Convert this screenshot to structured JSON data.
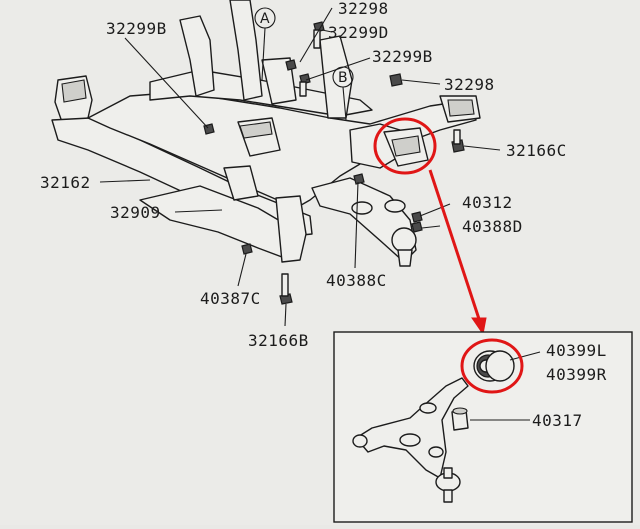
{
  "main_diagram": {
    "circle_markers": [
      "A",
      "B"
    ],
    "part_labels": {
      "p32298_top": "32298",
      "p32299D": "32299D",
      "p32299B_left": "32299B",
      "p32299B_right": "32299B",
      "p32298_right": "32298",
      "p32166C": "32166C",
      "p32162": "32162",
      "p40312": "40312",
      "p32909": "32909",
      "p40388D": "40388D",
      "p40388C": "40388C",
      "p40387C": "40387C",
      "p32166B": "32166B"
    }
  },
  "inset_diagram": {
    "part_labels": {
      "p40399L": "40399L",
      "p40399R": "40399R",
      "p40317": "40317"
    }
  },
  "highlight": {
    "color": "#e01616",
    "from": "rear bushing on crossmember",
    "to": "inset bushing 40399L / 40399R"
  }
}
